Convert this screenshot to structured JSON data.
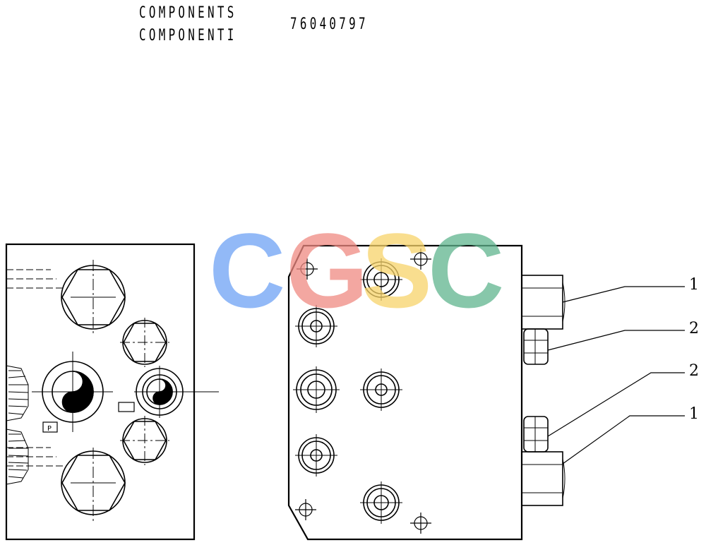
{
  "header": {
    "title_en": "COMPONENTS",
    "title_it": "COMPONENTI",
    "part_number": "76040797"
  },
  "callouts": [
    "1",
    "2",
    "2",
    "1"
  ],
  "small_label": "P",
  "watermark": {
    "letters": [
      "C",
      "G",
      "S",
      "C"
    ],
    "colors": [
      "#6ea2f5",
      "#f08a82",
      "#f8d46a",
      "#5fb58e"
    ]
  }
}
